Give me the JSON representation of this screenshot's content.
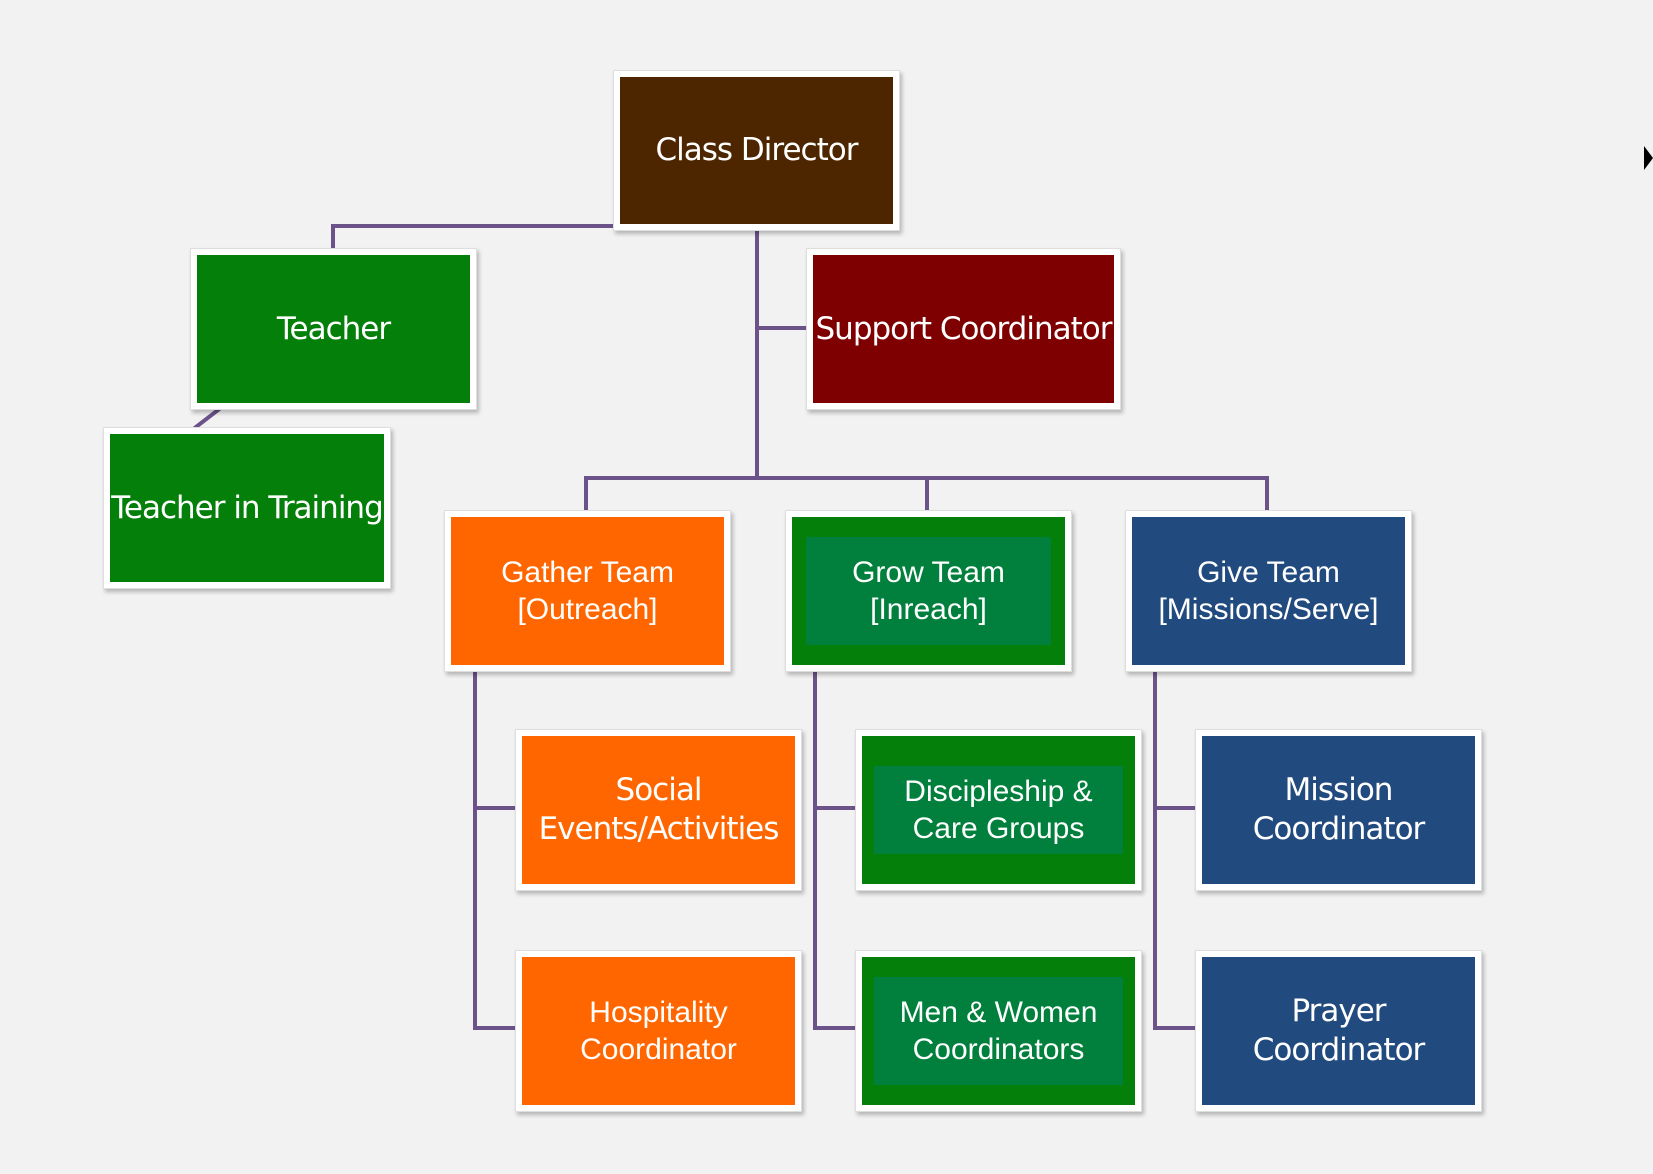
{
  "colors": {
    "connector": "#6b5289",
    "director": "#4d2600",
    "green": "#047f0a",
    "green_inset": "#00803c",
    "maroon": "#7f0000",
    "orange": "#ff6600",
    "blue": "#214a7e"
  },
  "nodes": {
    "class_director": "Class Director",
    "teacher": "Teacher",
    "teacher_in_training": "Teacher in Training",
    "support_coordinator": "Support Coordinator",
    "gather_team": "Gather Team\n[Outreach]",
    "grow_team": "Grow Team\n[Inreach]",
    "give_team": "Give Team\n[Missions/Serve]",
    "social_events": "Social\nEvents/Activities",
    "hospitality": "Hospitality\nCoordinator",
    "discipleship": "Discipleship &\nCare Groups",
    "men_women": "Men & Women\nCoordinators",
    "mission_coordinator": "Mission\nCoordinator",
    "prayer_coordinator": "Prayer\nCoordinator"
  }
}
